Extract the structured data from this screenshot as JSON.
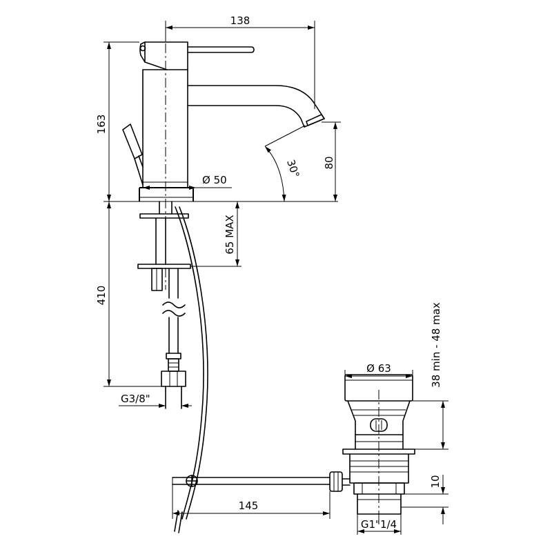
{
  "drawing": {
    "dimensions": {
      "spout_reach": "138",
      "faucet_height": "163",
      "aerator_height": "80",
      "spout_angle": "30°",
      "body_diameter": "Ø 50",
      "deck_thickness_max": "65 MAX",
      "hose_length": "410",
      "hose_thread": "G3/8\"",
      "waste_diameter": "Ø 63",
      "waste_range": "38 min - 48 max",
      "tailpiece_length": "10",
      "rod_length": "145",
      "waste_thread": "G1\"1/4"
    }
  }
}
